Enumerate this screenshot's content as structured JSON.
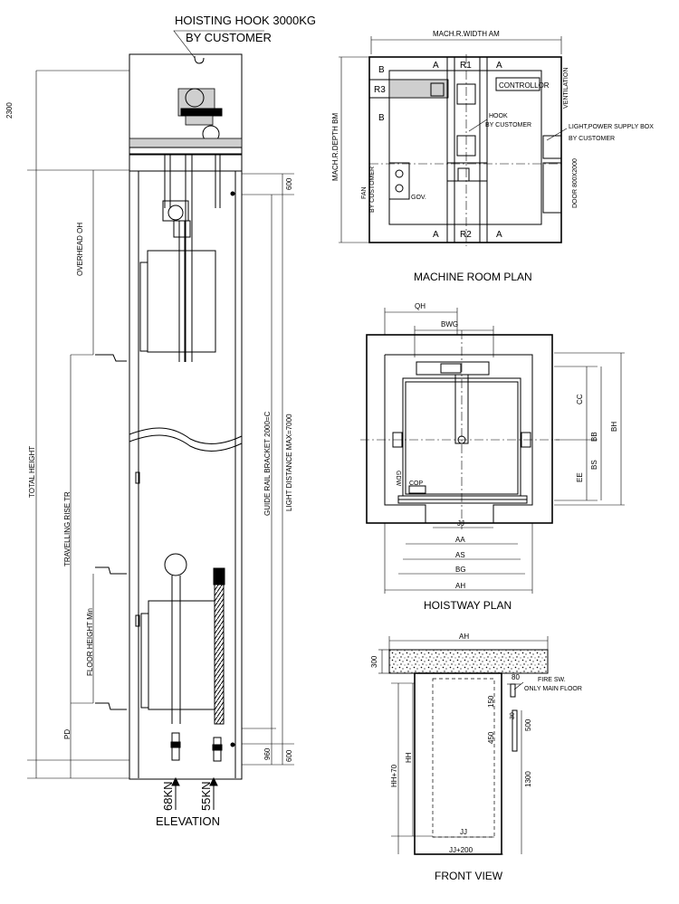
{
  "elevation": {
    "hook_line1": "HOISTING HOOK 3000KG",
    "hook_line2": "BY CUSTOMER",
    "dim_2300": "2300",
    "dim_600_top": "600",
    "overhead": "OVERHEAD OH",
    "total_height": "TOTAL HEIGHT",
    "travelling_rise": "TRAVELLING RISE TR",
    "guide_rail": "GUIDE RAIL BRACKET 2000=C",
    "light_distance": "LIGHT DISTANCE MAX=7000",
    "floor_height": "FLOOR HEIGHT Min",
    "pd": "PD",
    "dim_960": "960",
    "dim_600_bottom": "600",
    "load1": "68KN",
    "load2": "55KN",
    "title": "ELEVATION"
  },
  "machine_room": {
    "width": "MACH.R.WIDTH AM",
    "depth": "MACH.R.DEPTH BM",
    "a_tl": "A",
    "r1": "R1",
    "a_tr": "A",
    "b_top": "B",
    "r3": "R3",
    "b_mid": "B",
    "controller": "CONTROLLOR",
    "ventilation": "VENTILATION",
    "hook": "HOOK",
    "hook_by": "BY CUSTOMER",
    "light_box": "LIGHT,POWER SUPPLY BOX",
    "light_by": "BY CUSTOMER",
    "fan1": "FAN",
    "fan2": "BY CUSTOMER",
    "gov": "GOV.",
    "door": "DOOR 800X2000",
    "a_bl": "A",
    "r2": "R2",
    "a_br": "A",
    "title": "MACHINE ROOM PLAN"
  },
  "hoistway": {
    "qh": "QH",
    "bwg": "BWG",
    "cc": "CC",
    "bb": "BB",
    "bs": "BS",
    "bh": "BH",
    "ee": "EE",
    "gdw": "GDW",
    "cop": "COP",
    "jj": "JJ",
    "aa": "AA",
    "as": "AS",
    "bg": "BG",
    "ah": "AH",
    "title": "HOISTWAY PLAN"
  },
  "front": {
    "ah": "AH",
    "dim_300": "300",
    "dim_80": "80",
    "fire_sw": "FIRE SW.",
    "only_main": "ONLY MAIN FLOOR",
    "dim_150": "150",
    "dim_30": "30",
    "dim_500": "500",
    "dim_450": "450",
    "hh70": "HH+70",
    "hh": "HH",
    "dim_1300": "1300",
    "jj": "JJ",
    "jj200": "JJ+200",
    "title": "FRONT VIEW"
  }
}
